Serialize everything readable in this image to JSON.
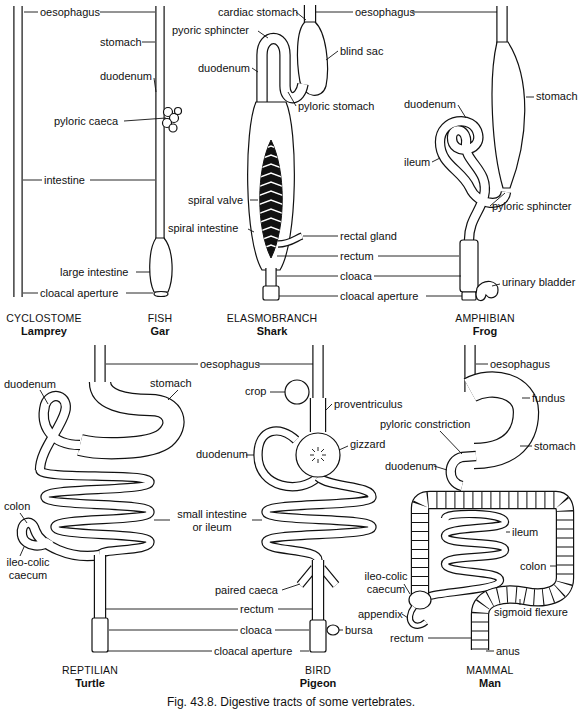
{
  "diagram": {
    "caption": "Fig. 43.8. Digestive tracts of some vertebrates.",
    "labels": [
      "oesophagus",
      "stomach",
      "duodenum",
      "pyloric caeca",
      "intestine",
      "large intestine",
      "cloacal aperture",
      "CYCLOSTOME",
      "Lamprey",
      "FISH",
      "Gar",
      "cardiac stomach",
      "oesophagus",
      "pyoric sphincter",
      "blind sac",
      "duodenum",
      "pyloric stomach",
      "spiral valve",
      "spiral intestine",
      "rectal gland",
      "rectum",
      "cloaca",
      "cloacal aperture",
      "ELASMOBRANCH",
      "Shark",
      "AMPHIBIAN",
      "Frog",
      "stomach",
      "duodenum",
      "ileum",
      "pyloric sphincter",
      "urinary bladder",
      "oesophagus",
      "stomach",
      "duodenum",
      "colon",
      "ileo-colic caecum",
      "small intestine or ileum",
      "rectum",
      "cloaca",
      "cloacal aperture",
      "crop",
      "proventriculus",
      "gizzard",
      "duodenum",
      "paired caeca",
      "bursa",
      "REPTILIAN",
      "Turtle",
      "BIRD",
      "Pigeon",
      "oesophagus",
      "fundus",
      "pyloric constriction",
      "duodenum",
      "stomach",
      "ileum",
      "colon",
      "ileo-colic caecum",
      "sigmoid flexure",
      "appendix",
      "rectum",
      "anus",
      "MAMMAL",
      "Man"
    ]
  }
}
